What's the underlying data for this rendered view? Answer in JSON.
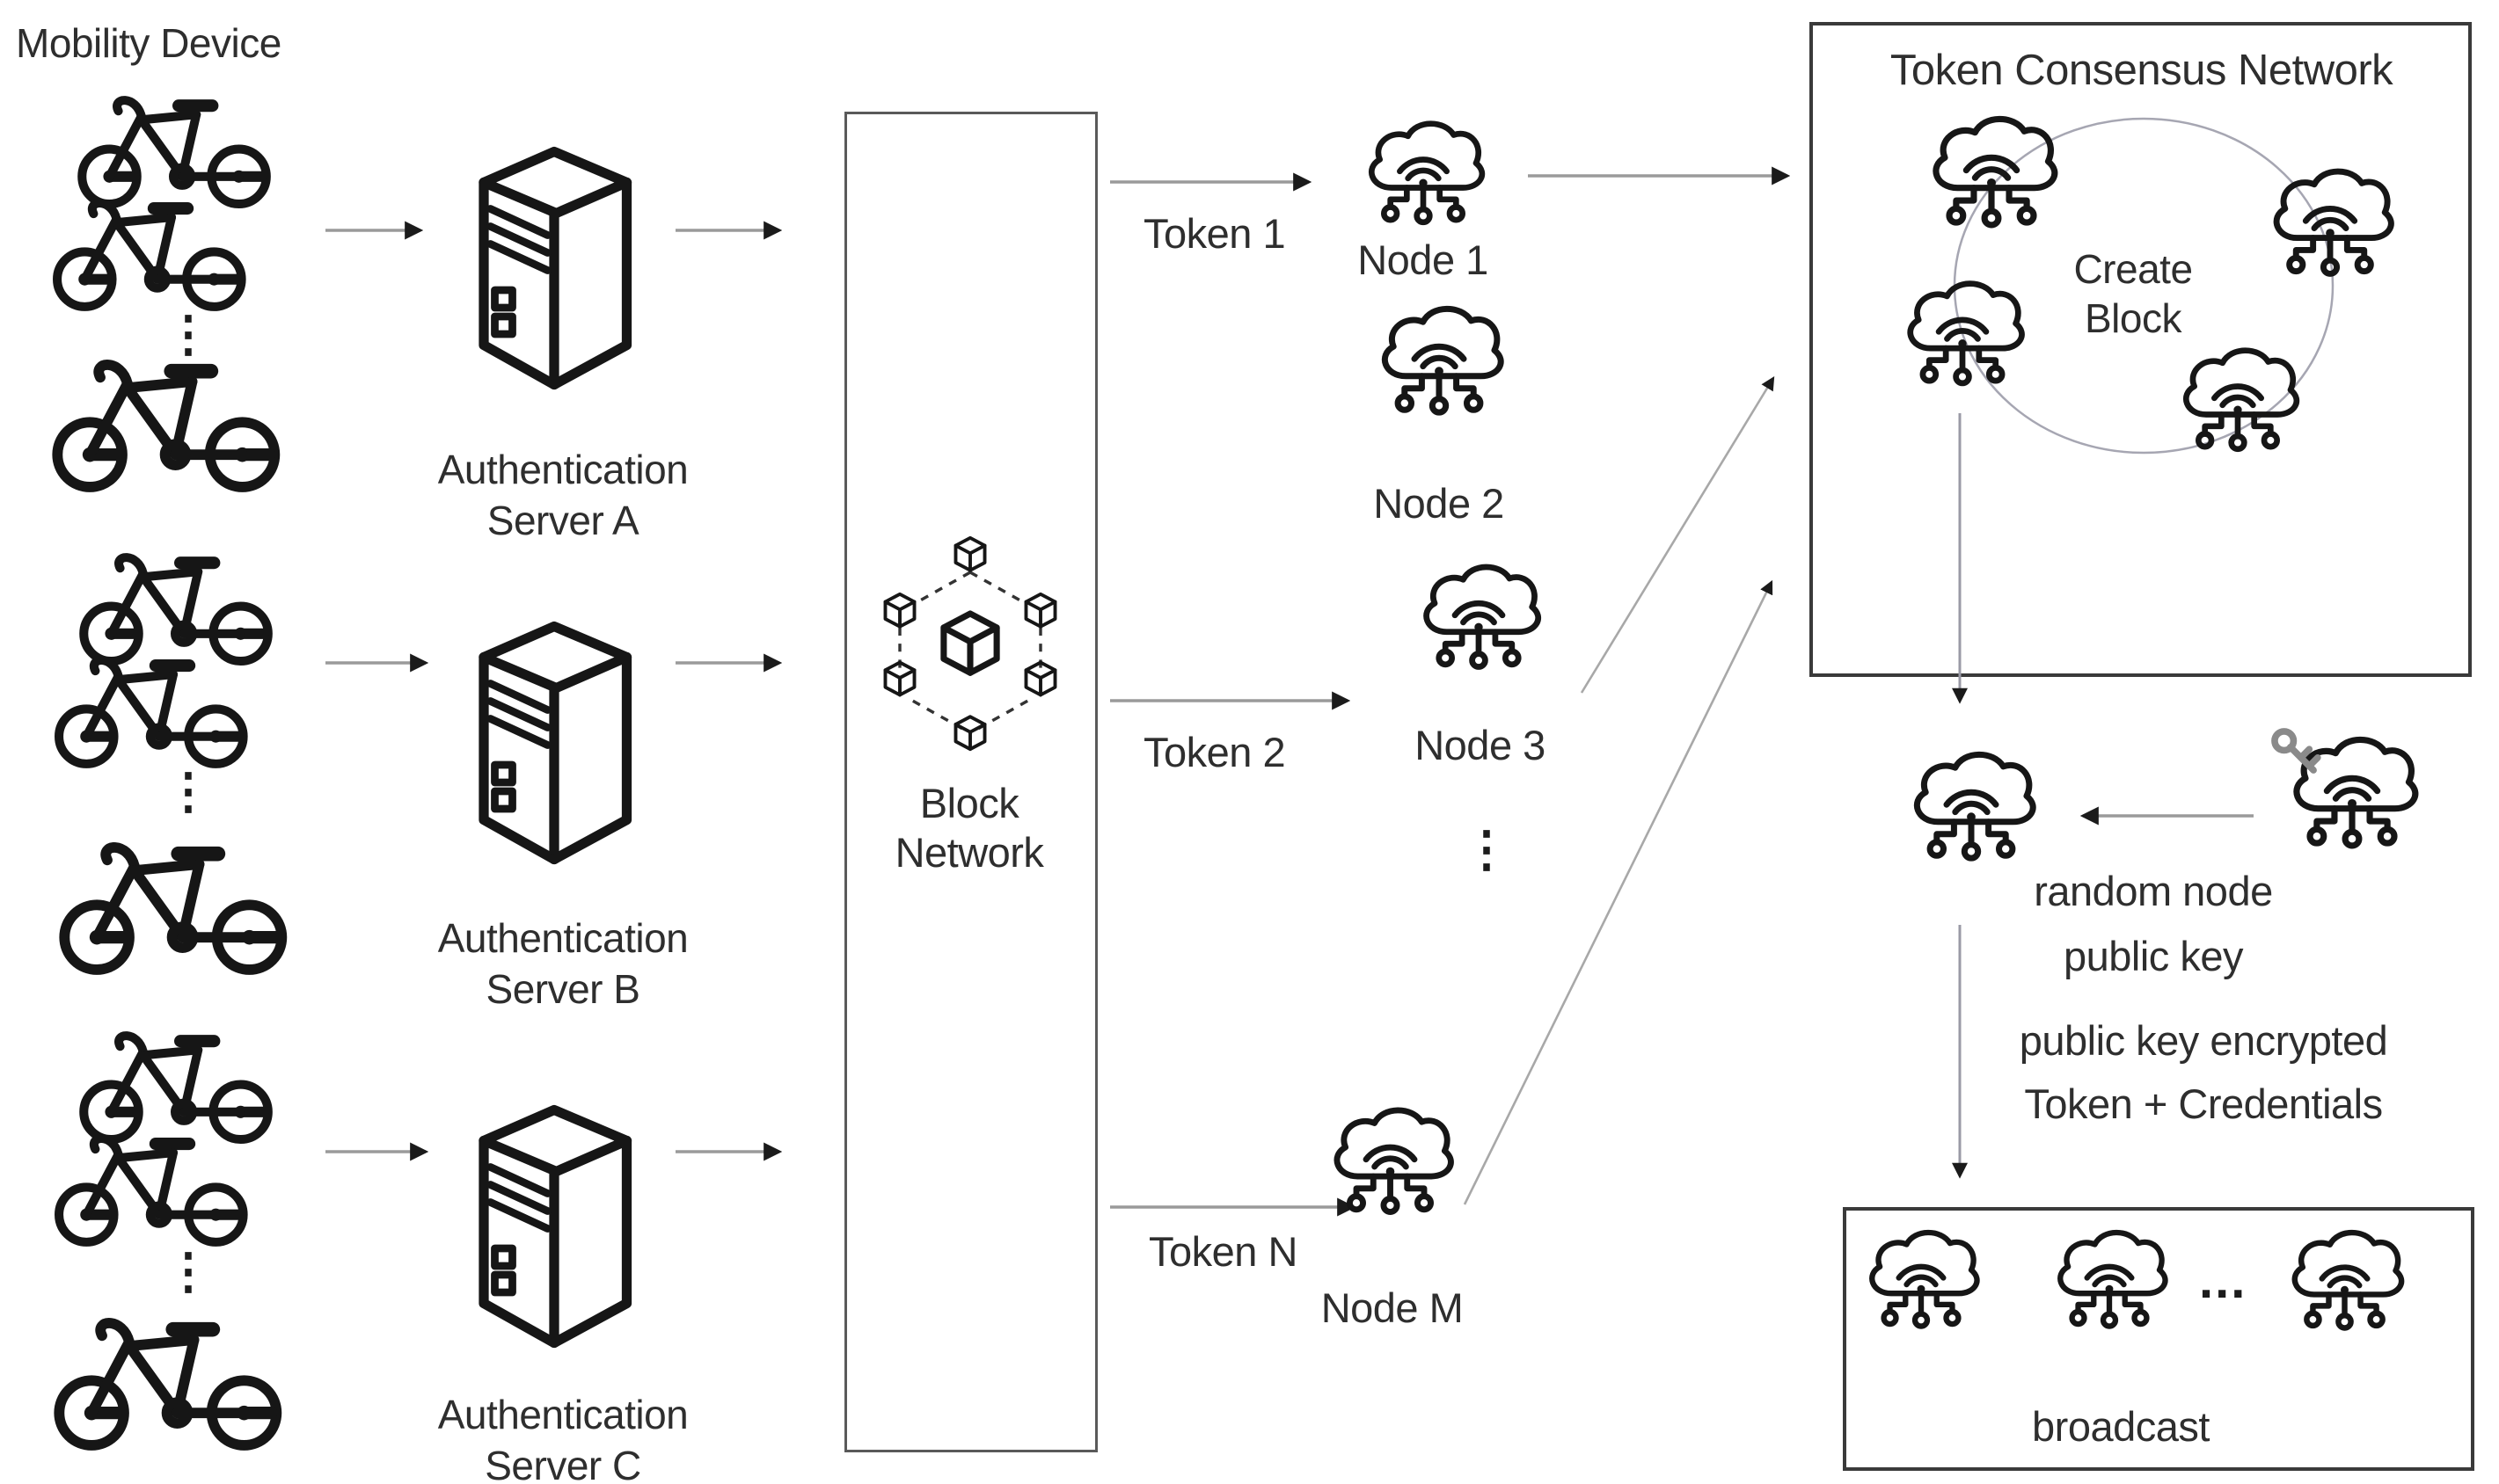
{
  "labels": {
    "mobility_title": "Mobility Device",
    "block_network_line1": "Block",
    "block_network_line2": "Network",
    "tcn_title": "Token Consensus Network",
    "create_line1": "Create",
    "create_line2": "Block",
    "random_node": "random node",
    "public_key": "public key",
    "encrypted_line1": "public key encrypted",
    "encrypted_line2": "Token + Credentials",
    "broadcast": "broadcast",
    "ellipsis_v": "⋮",
    "ellipsis_h": "..."
  },
  "servers": [
    {
      "line1": "Authentication",
      "line2": "Server A"
    },
    {
      "line1": "Authentication",
      "line2": "Server B"
    },
    {
      "line1": "Authentication",
      "line2": "Server C"
    }
  ],
  "tokens": [
    "Token 1",
    "Token 2",
    "Token N"
  ],
  "nodes": [
    "Node 1",
    "Node 2",
    "Node 3",
    "Node M"
  ],
  "icons": [
    "bicycle-icon",
    "server-icon",
    "blockchain-icon",
    "cloud-node-icon",
    "key-icon"
  ],
  "colors": {
    "ink": "#161616",
    "text": "#2e2e2e",
    "arrow_line": "#9a9a9a",
    "arrow_head": "#1b1b1b",
    "box_border_dark": "#3a3a3a",
    "box_border_mid": "#5a5a5a",
    "consensus_circle": "#a6a6b2"
  }
}
